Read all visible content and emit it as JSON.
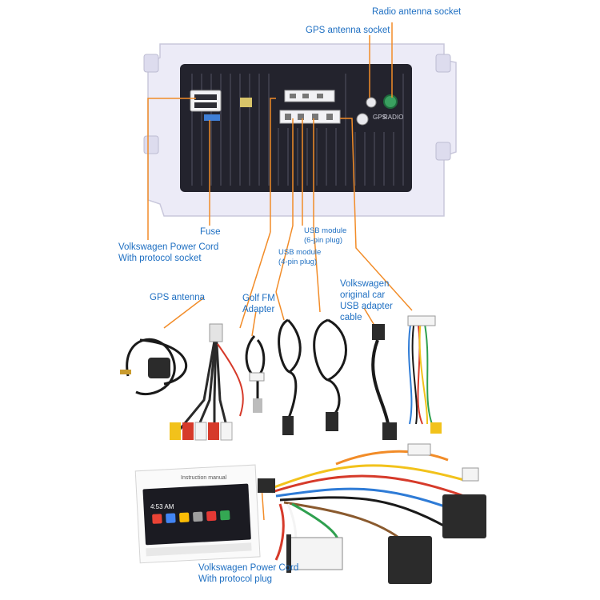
{
  "labels": {
    "radio_antenna_socket": "Radio antenna socket",
    "gps_antenna_socket": "GPS antenna socket",
    "fuse": "Fuse",
    "vw_power_cord_socket": "Volkswagen Power Cord\nWith protocol socket",
    "usb_6pin": "USB module\n(6-pin plug)",
    "usb_4pin": "USB module\n(4-pin plug)",
    "gps_antenna": "GPS antenna",
    "golf_fm_adapter": "Golf FM\nAdapter",
    "vw_usb_adapter": "Volkswagen\noriginal car\nUSB adapter\ncable",
    "vw_power_cord_plug": "Volkswagen Power Cord\nWith protocol plug"
  },
  "panel_text": {
    "gps": "GPS",
    "radio": "RADIO"
  },
  "manual": {
    "title": "Instruction manual",
    "time": "4:53 AM"
  },
  "colors": {
    "label_blue": "#1e6fc2",
    "leader_orange": "#f28c28",
    "frame_lavender": "#ecebf7",
    "unit_dark": "#23232d",
    "rca_red": "#d63a2a",
    "rca_yellow": "#f2c21b",
    "rca_white": "#f4f4f4"
  }
}
